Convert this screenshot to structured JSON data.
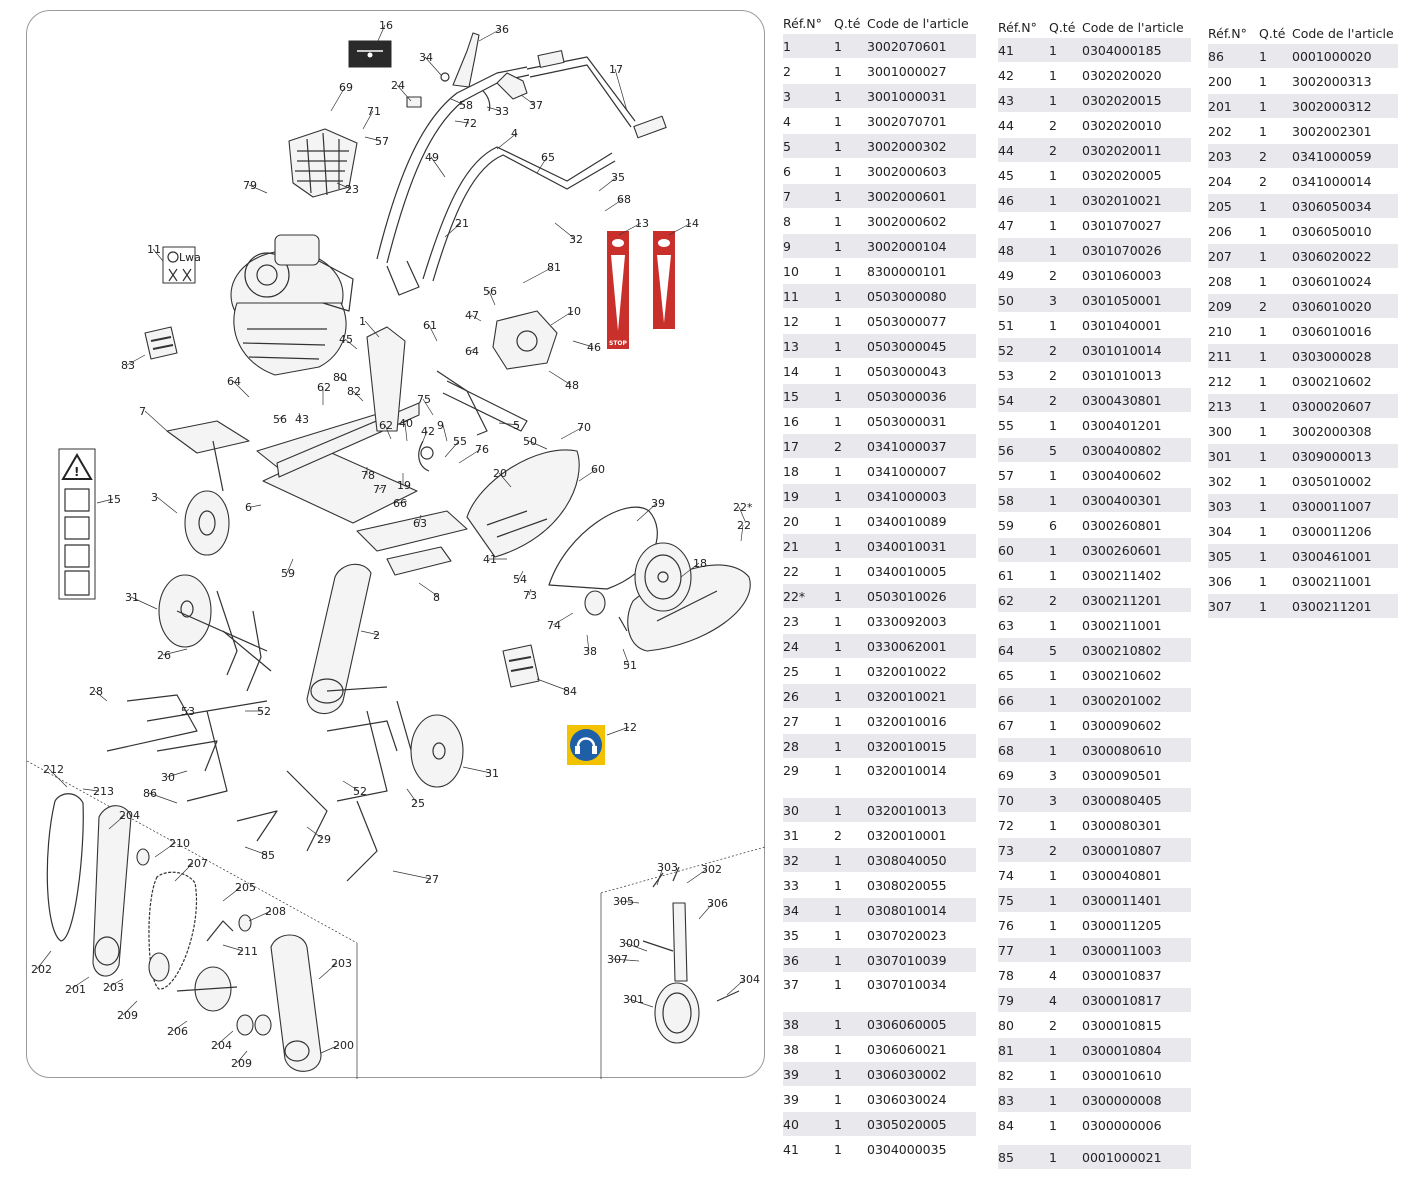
{
  "table": {
    "headers": [
      "Réf.N°",
      "Q.té",
      "Code de l'article"
    ],
    "columns": [
      [
        [
          "1",
          "1",
          "3002070601"
        ],
        [
          "2",
          "1",
          "3001000027"
        ],
        [
          "3",
          "1",
          "3001000031"
        ],
        [
          "4",
          "1",
          "3002070701"
        ],
        [
          "5",
          "1",
          "3002000302"
        ],
        [
          "6",
          "1",
          "3002000603"
        ],
        [
          "7",
          "1",
          "3002000601"
        ],
        [
          "8",
          "1",
          "3002000602"
        ],
        [
          "9",
          "1",
          "3002000104"
        ],
        [
          "10",
          "1",
          "8300000101"
        ],
        [
          "11",
          "1",
          "0503000080"
        ],
        [
          "12",
          "1",
          "0503000077"
        ],
        [
          "13",
          "1",
          "0503000045"
        ],
        [
          "14",
          "1",
          "0503000043"
        ],
        [
          "15",
          "1",
          "0503000036"
        ],
        [
          "16",
          "1",
          "0503000031"
        ],
        [
          "17",
          "2",
          "0341000037"
        ],
        [
          "18",
          "1",
          "0341000007"
        ],
        [
          "19",
          "1",
          "0341000003"
        ],
        [
          "20",
          "1",
          "0340010089"
        ],
        [
          "21",
          "1",
          "0340010031"
        ],
        [
          "22",
          "1",
          "0340010005"
        ],
        [
          "22*",
          "1",
          "0503010026"
        ],
        [
          "23",
          "1",
          "0330092003"
        ],
        [
          "24",
          "1",
          "0330062001"
        ],
        [
          "25",
          "1",
          "0320010022"
        ],
        [
          "26",
          "1",
          "0320010021"
        ],
        [
          "27",
          "1",
          "0320010016"
        ],
        [
          "28",
          "1",
          "0320010015"
        ],
        [
          "29",
          "1",
          "0320010014"
        ],
        [
          "30",
          "1",
          "0320010013"
        ],
        [
          "31",
          "2",
          "0320010001"
        ],
        [
          "32",
          "1",
          "0308040050"
        ],
        [
          "33",
          "1",
          "0308020055"
        ],
        [
          "34",
          "1",
          "0308010014"
        ],
        [
          "35",
          "1",
          "0307020023"
        ],
        [
          "36",
          "1",
          "0307010039"
        ],
        [
          "37",
          "1",
          "0307010034"
        ],
        [
          "38",
          "1",
          "0306060005"
        ],
        [
          "38",
          "1",
          "0306060021"
        ],
        [
          "39",
          "1",
          "0306030002"
        ],
        [
          "39",
          "1",
          "0306030024"
        ],
        [
          "40",
          "1",
          "0305020005"
        ],
        [
          "41",
          "1",
          "0304000035"
        ]
      ],
      [
        [
          "41",
          "1",
          "0304000185"
        ],
        [
          "42",
          "1",
          "0302020020"
        ],
        [
          "43",
          "1",
          "0302020015"
        ],
        [
          "44",
          "2",
          "0302020010"
        ],
        [
          "44",
          "2",
          "0302020011"
        ],
        [
          "45",
          "1",
          "0302020005"
        ],
        [
          "46",
          "1",
          "0302010021"
        ],
        [
          "47",
          "1",
          "0301070027"
        ],
        [
          "48",
          "1",
          "0301070026"
        ],
        [
          "49",
          "2",
          "0301060003"
        ],
        [
          "50",
          "3",
          "0301050001"
        ],
        [
          "51",
          "1",
          "0301040001"
        ],
        [
          "52",
          "2",
          "0301010014"
        ],
        [
          "53",
          "2",
          "0301010013"
        ],
        [
          "54",
          "2",
          "0300430801"
        ],
        [
          "55",
          "1",
          "0300401201"
        ],
        [
          "56",
          "5",
          "0300400802"
        ],
        [
          "57",
          "1",
          "0300400602"
        ],
        [
          "58",
          "1",
          "0300400301"
        ],
        [
          "59",
          "6",
          "0300260801"
        ],
        [
          "60",
          "1",
          "0300260601"
        ],
        [
          "61",
          "1",
          "0300211402"
        ],
        [
          "62",
          "2",
          "0300211201"
        ],
        [
          "63",
          "1",
          "0300211001"
        ],
        [
          "64",
          "5",
          "0300210802"
        ],
        [
          "65",
          "1",
          "0300210602"
        ],
        [
          "66",
          "1",
          "0300201002"
        ],
        [
          "67",
          "1",
          "0300090602"
        ],
        [
          "68",
          "1",
          "0300080610"
        ],
        [
          "69",
          "3",
          "0300090501"
        ],
        [
          "70",
          "3",
          "0300080405"
        ],
        [
          "72",
          "1",
          "0300080301"
        ],
        [
          "73",
          "2",
          "0300010807"
        ],
        [
          "74",
          "1",
          "0300040801"
        ],
        [
          "75",
          "1",
          "0300011401"
        ],
        [
          "76",
          "1",
          "0300011205"
        ],
        [
          "77",
          "1",
          "0300011003"
        ],
        [
          "78",
          "4",
          "0300010837"
        ],
        [
          "79",
          "4",
          "0300010817"
        ],
        [
          "80",
          "2",
          "0300010815"
        ],
        [
          "81",
          "1",
          "0300010804"
        ],
        [
          "82",
          "1",
          "0300010610"
        ],
        [
          "83",
          "1",
          "0300000008"
        ],
        [
          "84",
          "1",
          "0300000006"
        ],
        [
          "85",
          "1",
          "0001000021"
        ]
      ],
      [
        [
          "86",
          "1",
          "0001000020"
        ],
        [
          "200",
          "1",
          "3002000313"
        ],
        [
          "201",
          "1",
          "3002000312"
        ],
        [
          "202",
          "1",
          "3002002301"
        ],
        [
          "203",
          "2",
          "0341000059"
        ],
        [
          "204",
          "2",
          "0341000014"
        ],
        [
          "205",
          "1",
          "0306050034"
        ],
        [
          "206",
          "1",
          "0306050010"
        ],
        [
          "207",
          "1",
          "0306020022"
        ],
        [
          "208",
          "1",
          "0306010024"
        ],
        [
          "209",
          "2",
          "0306010020"
        ],
        [
          "210",
          "1",
          "0306010016"
        ],
        [
          "211",
          "1",
          "0303000028"
        ],
        [
          "212",
          "1",
          "0300210602"
        ],
        [
          "213",
          "1",
          "0300020607"
        ],
        [
          "300",
          "1",
          "3002000308"
        ],
        [
          "301",
          "1",
          "0309000013"
        ],
        [
          "302",
          "1",
          "0305010002"
        ],
        [
          "303",
          "1",
          "0300011007"
        ],
        [
          "304",
          "1",
          "0300011206"
        ],
        [
          "305",
          "1",
          "0300461001"
        ],
        [
          "306",
          "1",
          "0300211001"
        ],
        [
          "307",
          "1",
          "0300211201"
        ]
      ]
    ]
  },
  "callouts": [
    "16",
    "36",
    "34",
    "17",
    "24",
    "69",
    "71",
    "57",
    "58",
    "72",
    "33",
    "37",
    "4",
    "65",
    "49",
    "35",
    "68",
    "23",
    "79",
    "21",
    "32",
    "13",
    "14",
    "11",
    "81",
    "56",
    "47",
    "10",
    "46",
    "61",
    "64",
    "48",
    "83",
    "1",
    "45",
    "80",
    "82",
    "64",
    "62",
    "43",
    "56",
    "75",
    "5",
    "7",
    "62",
    "40",
    "42",
    "9",
    "70",
    "50",
    "55",
    "76",
    "78",
    "19",
    "77",
    "66",
    "63",
    "20",
    "60",
    "15",
    "3",
    "6",
    "39",
    "22*",
    "22",
    "59",
    "41",
    "54",
    "73",
    "18",
    "8",
    "2",
    "31",
    "26",
    "74",
    "38",
    "51",
    "84",
    "28",
    "53",
    "52",
    "12",
    "30",
    "86",
    "25",
    "31",
    "52",
    "29",
    "85",
    "27",
    "212",
    "213",
    "204",
    "210",
    "207",
    "205",
    "208",
    "211",
    "202",
    "201",
    "203",
    "209",
    "206",
    "204",
    "209",
    "203",
    "200",
    "303",
    "302",
    "305",
    "306",
    "300",
    "307",
    "304",
    "301"
  ],
  "labels": {
    "sign_11": "Lwa",
    "sign_13": "STOP"
  },
  "colors": {
    "sign_red": "#c9302c",
    "mandatory_blue": "#1f5fa8",
    "mandatory_border": "#f2c200",
    "row_shade": "#e9e9ed"
  }
}
